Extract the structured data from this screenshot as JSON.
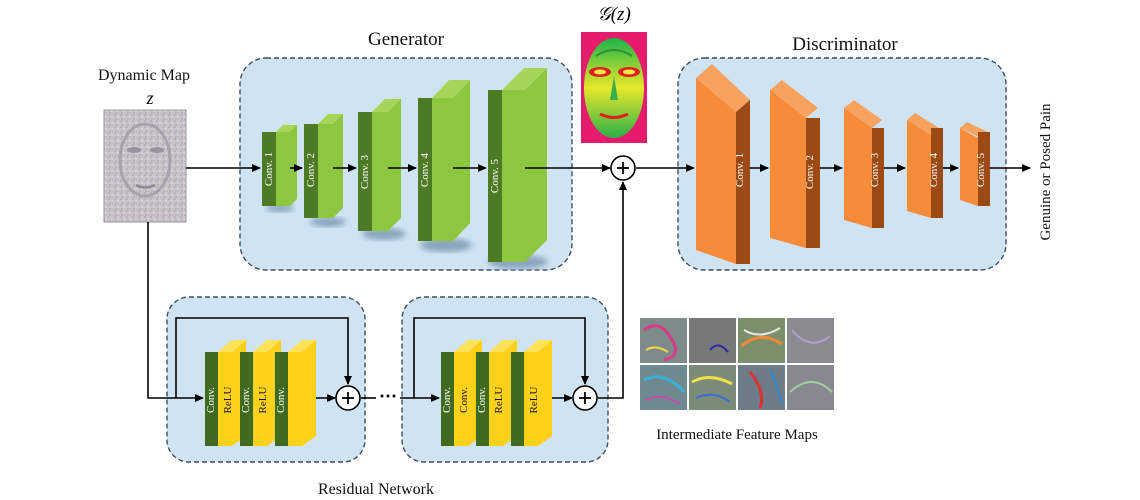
{
  "generator": {
    "title": "Generator",
    "layers": [
      "Conv. 1",
      "Conv. 2",
      "Conv. 3",
      "Conv. 4",
      "Conv. 5"
    ]
  },
  "discriminator": {
    "title": "Discriminator",
    "layers": [
      "Conv. 1",
      "Conv. 2",
      "Conv. 3",
      "Conv. 4",
      "Conv. 5"
    ]
  },
  "input": {
    "title": "Dynamic Map",
    "symbol": "z"
  },
  "output": {
    "symbol": "𝒢(z)",
    "label": "Genuine or Posed Pain"
  },
  "residual": {
    "title": "Residual Network",
    "block1": [
      "Conv.",
      "ReLU",
      "Conv.",
      "ReLU",
      "Conv."
    ],
    "block2": [
      "Conv.",
      "Conv.",
      "ReLU",
      "Conv.",
      "ReLU"
    ],
    "ellipsis": "⋯"
  },
  "features": {
    "caption": "Intermediate Feature Maps"
  },
  "colors": {
    "generator_face": "#8dc63f",
    "generator_side": "#4d7a25",
    "discriminator_face": "#f68b3a",
    "discriminator_side": "#9b4a14",
    "residual_face": "#ffd11a",
    "residual_side": "#3f6a1f",
    "panel_fill": "#cfe3f3"
  }
}
